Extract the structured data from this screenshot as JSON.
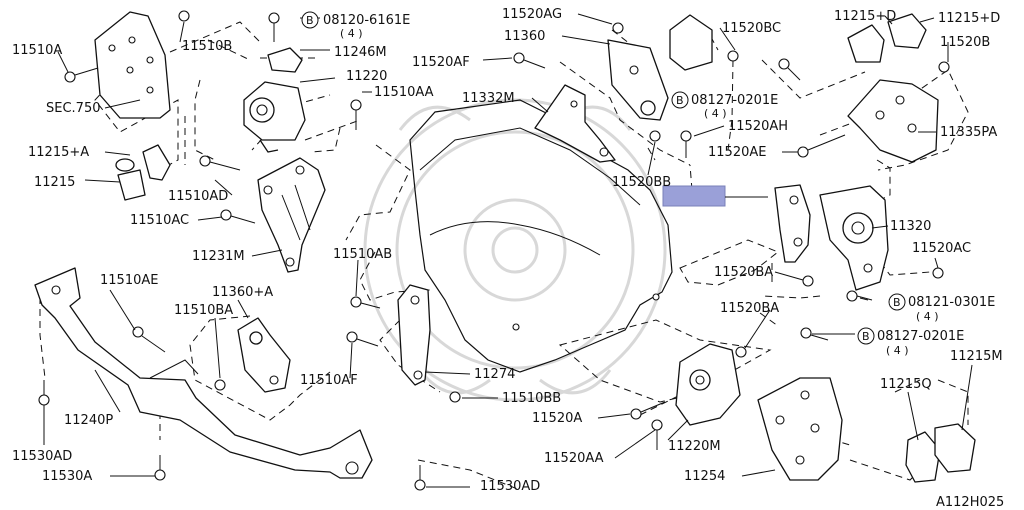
{
  "diagram": {
    "highlight_color": "#9aa0d8",
    "line_color": "#111111",
    "watermark": "logo-watermark",
    "drawing_id": "A112H025",
    "labels": {
      "l11510A": "11510A",
      "l11510B": "11510B",
      "lSEC750": "SEC.750",
      "l11215A": "11215+A",
      "l11215": "11215",
      "l11510AD": "11510AD",
      "l11510AC": "11510AC",
      "l11231M": "11231M",
      "l08120": "08120-6161E",
      "l08120q": "( 4 )",
      "l11246M": "11246M",
      "l11220": "11220",
      "l11510AA": "11510AA",
      "l11520AG": "11520AG",
      "l11360": "11360",
      "l11520AF": "11520AF",
      "l11332M": "11332M",
      "l11520BC": "11520BC",
      "l08127a": "08127-0201E",
      "l08127aq": "( 4 )",
      "l11520AH": "11520AH",
      "l11520BB": "11520BB",
      "l11215D1": "11215+D",
      "l11215D2": "11215+D",
      "l11520B": "11520B",
      "l11335PA": "11335PA",
      "l11520AE": "11520AE",
      "l11320": "11320",
      "l11520AC": "11520AC",
      "l11520BA1": "11520BA",
      "l08121": "08121-0301E",
      "l08121q": "( 4 )",
      "l11520BA2": "11520BA",
      "l08127b": "08127-0201E",
      "l08127bq": "( 4 )",
      "l11215M": "11215M",
      "l11215Q": "11215Q",
      "l11510AE": "11510AE",
      "l11360A": "11360+A",
      "l11510BA": "11510BA",
      "l11510AB": "11510AB",
      "l11274": "11274",
      "l11510AF": "11510AF",
      "l11510BB": "11510BB",
      "l11520A": "11520A",
      "l11220M": "11220M",
      "l11520AA": "11520AA",
      "l11254": "11254",
      "l11240P": "11240P",
      "l11530AD1": "11530AD",
      "l11530A": "11530A",
      "l11530AD2": "11530AD",
      "lDrawing": "A112H025",
      "circledB": "B"
    }
  }
}
